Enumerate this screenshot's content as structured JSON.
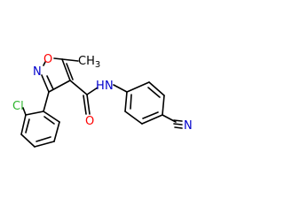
{
  "colors": {
    "bond": "#000000",
    "carbon": "#000000",
    "nitrogen": "#0000CC",
    "oxygen": "#FF0000",
    "chlorine": "#2DB52D"
  },
  "atoms": {
    "methyl": "CH3",
    "ring_oxygen": "O",
    "ring_nitrogen": "N",
    "chlorine": "Cl",
    "amide_oxygen": "O",
    "amide_h": "H",
    "amide_n": "N",
    "nitrile_n": "N"
  }
}
